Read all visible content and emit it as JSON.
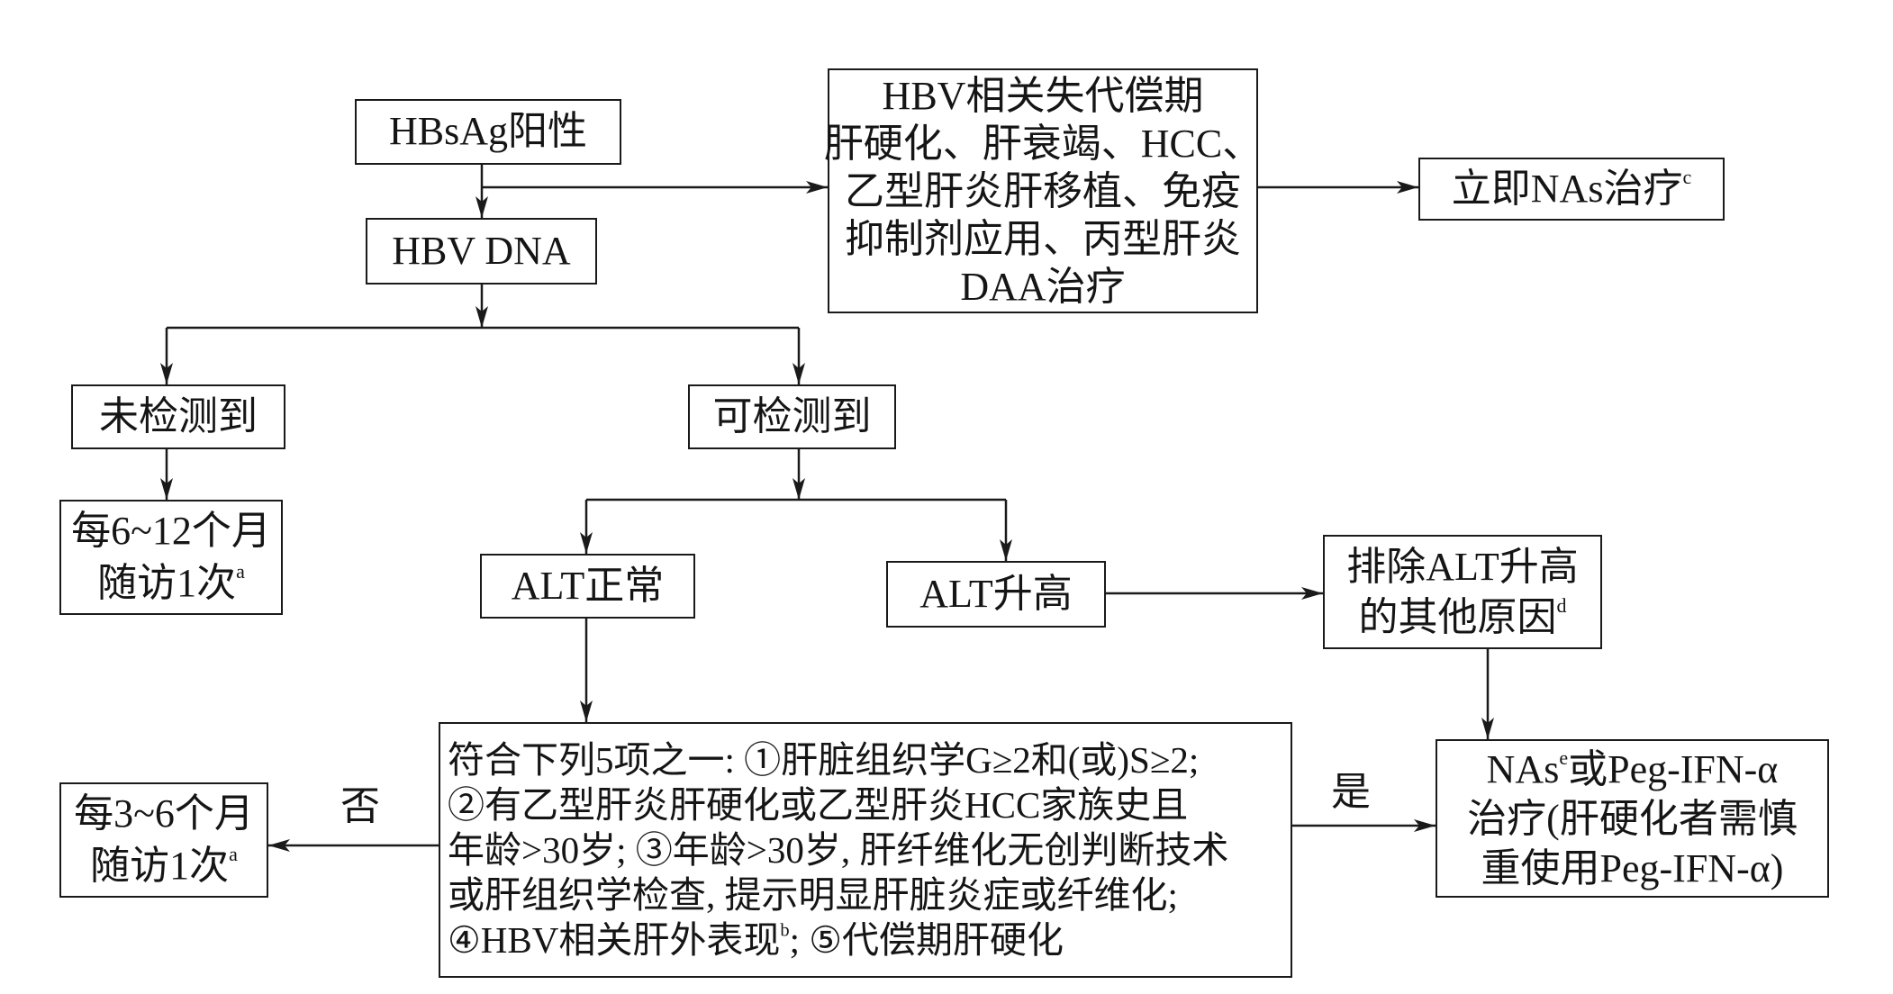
{
  "nodes": {
    "hbsag_positive": {
      "text": "HBsAg阳性"
    },
    "hbv_dna": {
      "text": "HBV DNA"
    },
    "decompensated_conditions": {
      "lines": [
        "HBV相关失代偿期",
        "肝硬化、肝衰竭、HCC、",
        "乙型肝炎肝移植、免疫",
        "抑制剂应用、丙型肝炎",
        "DAA治疗"
      ]
    },
    "immediate_nas_treatment": {
      "text": "立即NAs治疗",
      "sup": "c"
    },
    "undetected": {
      "text": "未检测到"
    },
    "detected": {
      "text": "可检测到"
    },
    "followup_6_12_months": {
      "lines": [
        "每6~12个月",
        "随访1次"
      ],
      "sup": "a"
    },
    "alt_normal": {
      "text": "ALT正常"
    },
    "alt_elevated": {
      "text": "ALT升高"
    },
    "exclude_other_causes": {
      "lines": [
        "排除ALT升高",
        "的其他原因"
      ],
      "sup": "d"
    },
    "treatment_criteria": {
      "lines": [
        "符合下列5项之一: ①肝脏组织学G≥2和(或)S≥2;",
        "②有乙型肝炎肝硬化或乙型肝炎HCC家族史且",
        "年龄>30岁; ③年龄>30岁, 肝纤维化无创判断技术",
        "或肝组织学检查, 提示明显肝脏炎症或纤维化;"
      ],
      "last_line": {
        "pre": "④HBV相关肝外表现",
        "sup": "b",
        "post": "; ⑤代偿期肝硬化"
      }
    },
    "followup_3_6_months": {
      "lines": [
        "每3~6个月",
        "随访1次"
      ],
      "sup": "a"
    },
    "nas_or_peg_ifn_treatment": {
      "first_line": {
        "pre": "NAs",
        "sup": "e",
        "post": "或Peg-IFN-α"
      },
      "lines": [
        "治疗(肝硬化者需慎",
        "重使用Peg-IFN-α)"
      ]
    }
  },
  "edge_labels": {
    "no": "否",
    "yes": "是"
  }
}
